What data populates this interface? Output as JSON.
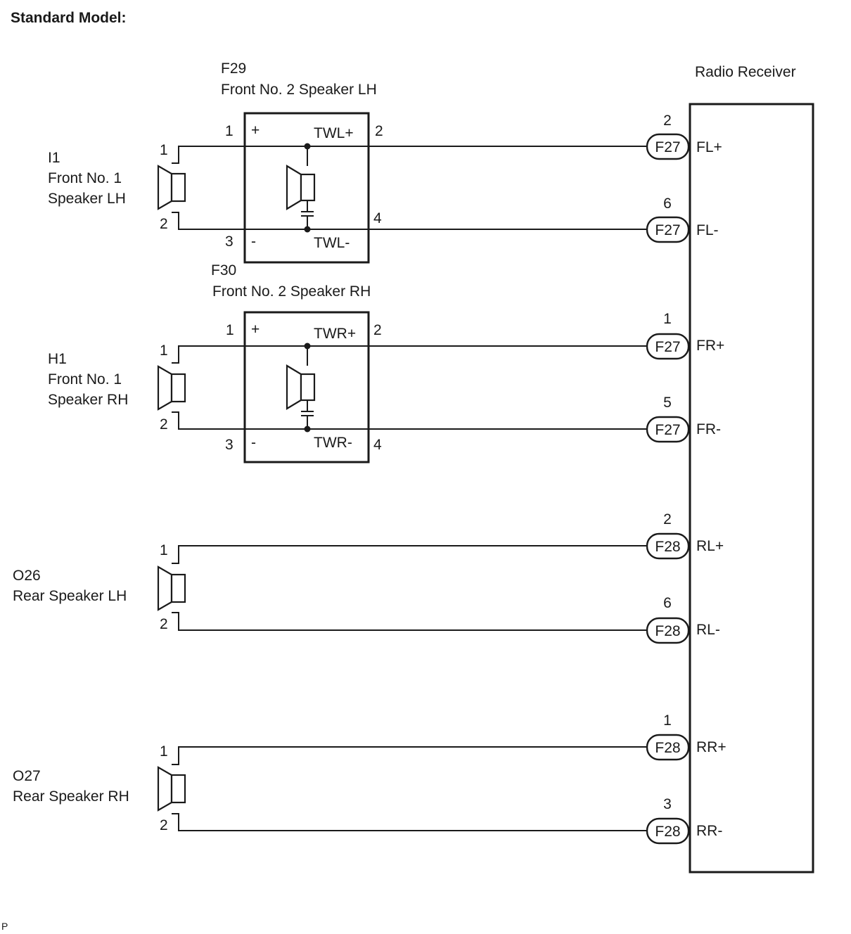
{
  "title": "Standard Model:",
  "footer_mark": "P",
  "receiver": {
    "label": "Radio Receiver"
  },
  "tweeters": [
    {
      "id": "F29",
      "name": "Front No. 2 Speaker LH",
      "plus_mark": "+",
      "minus_mark": "-",
      "plus_terminal": "TWL+",
      "minus_terminal": "TWL-",
      "pin_in_plus": "1",
      "pin_out_plus": "2",
      "pin_in_minus": "3",
      "pin_out_minus": "4"
    },
    {
      "id": "F30",
      "name": "Front No. 2 Speaker RH",
      "plus_mark": "+",
      "minus_mark": "-",
      "plus_terminal": "TWR+",
      "minus_terminal": "TWR-",
      "pin_in_plus": "1",
      "pin_out_plus": "2",
      "pin_in_minus": "3",
      "pin_out_minus": "4"
    }
  ],
  "speakers": [
    {
      "id": "I1",
      "name_line1": "Front No. 1",
      "name_line2": "Speaker LH",
      "pin_plus": "1",
      "pin_minus": "2"
    },
    {
      "id": "H1",
      "name_line1": "Front No. 1",
      "name_line2": "Speaker RH",
      "pin_plus": "1",
      "pin_minus": "2"
    },
    {
      "id": "O26",
      "name_line1": "Rear Speaker LH",
      "pin_plus": "1",
      "pin_minus": "2"
    },
    {
      "id": "O27",
      "name_line1": "Rear Speaker RH",
      "pin_plus": "1",
      "pin_minus": "2"
    }
  ],
  "connections": [
    {
      "connector": "F27",
      "pin": "2",
      "terminal": "FL+"
    },
    {
      "connector": "F27",
      "pin": "6",
      "terminal": "FL-"
    },
    {
      "connector": "F27",
      "pin": "1",
      "terminal": "FR+"
    },
    {
      "connector": "F27",
      "pin": "5",
      "terminal": "FR-"
    },
    {
      "connector": "F28",
      "pin": "2",
      "terminal": "RL+"
    },
    {
      "connector": "F28",
      "pin": "6",
      "terminal": "RL-"
    },
    {
      "connector": "F28",
      "pin": "1",
      "terminal": "RR+"
    },
    {
      "connector": "F28",
      "pin": "3",
      "terminal": "RR-"
    }
  ]
}
